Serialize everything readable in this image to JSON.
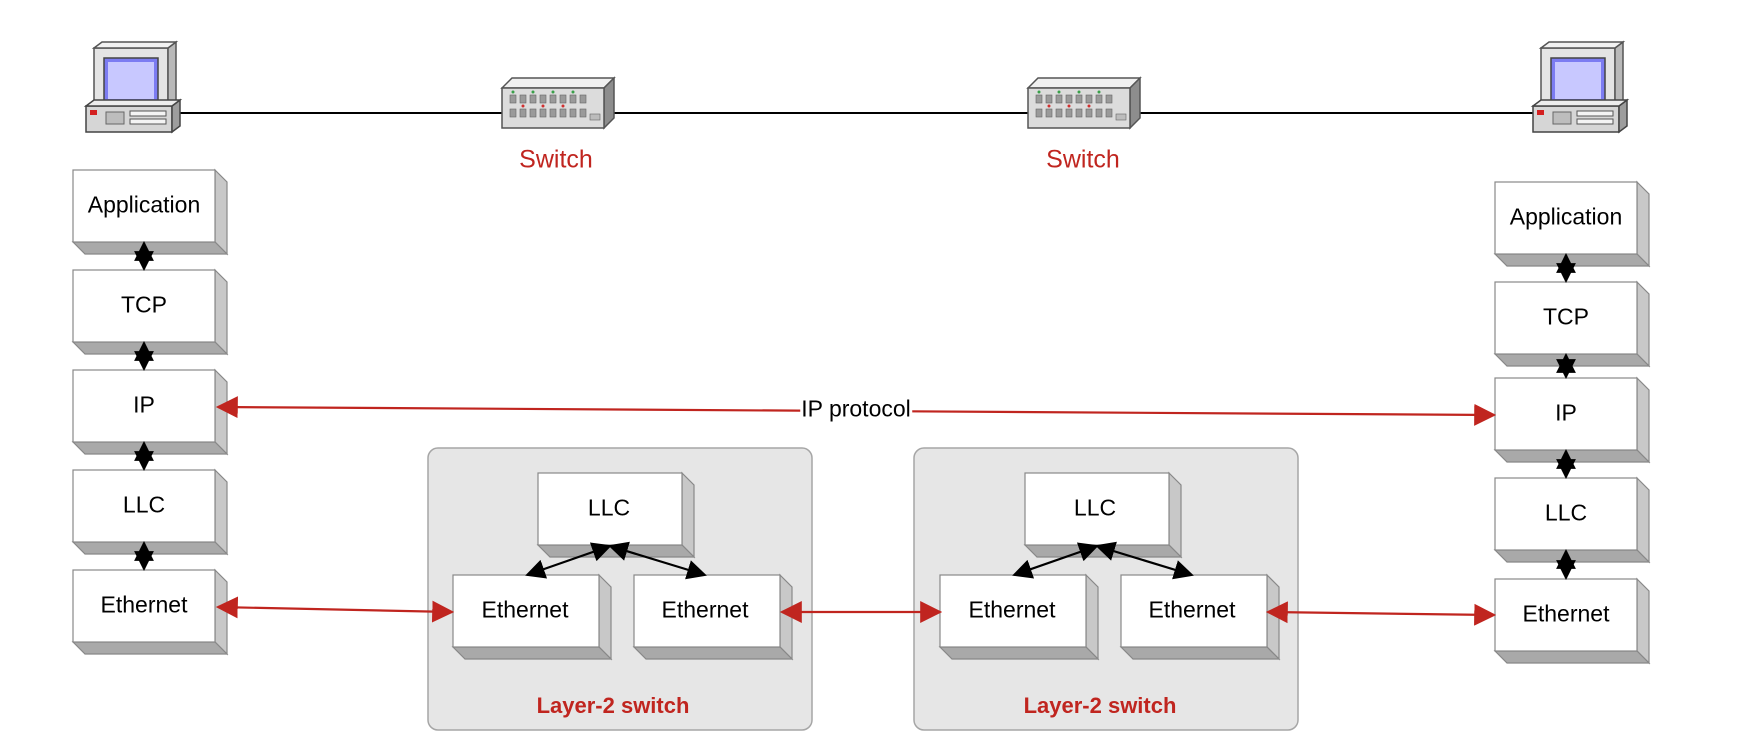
{
  "diagram": {
    "switch_labels": [
      "Switch",
      "Switch"
    ],
    "left_stack": [
      "Application",
      "TCP",
      "IP",
      "LLC",
      "Ethernet"
    ],
    "right_stack": [
      "Application",
      "TCP",
      "IP",
      "LLC",
      "Ethernet"
    ],
    "l2_switches": [
      {
        "llc": "LLC",
        "eth_left": "Ethernet",
        "eth_right": "Ethernet",
        "title": "Layer-2 switch"
      },
      {
        "llc": "LLC",
        "eth_left": "Ethernet",
        "eth_right": "Ethernet",
        "title": "Layer-2 switch"
      }
    ],
    "ip_protocol_label": "IP protocol",
    "colors": {
      "accent_red": "#c0251f",
      "panel_gray": "#e6e6e6",
      "box_side": "#c8c8c8"
    },
    "icons": [
      "computer-icon",
      "network-switch-icon"
    ]
  }
}
